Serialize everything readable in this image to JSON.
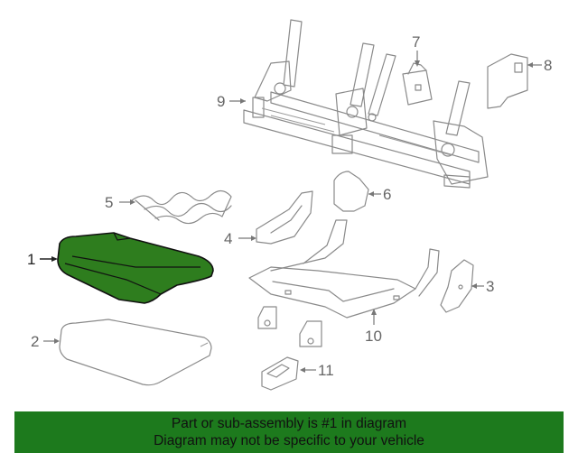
{
  "callouts": {
    "c1": "1",
    "c2": "2",
    "c3": "3",
    "c4": "4",
    "c5": "5",
    "c6": "6",
    "c7": "7",
    "c8": "8",
    "c9": "9",
    "c10": "10",
    "c11": "11"
  },
  "highlight": {
    "part": "1",
    "fill_color": "#2e7d1e",
    "outline_color": "#111111"
  },
  "banner": {
    "line1": "Part or sub-assembly is #1 in diagram",
    "line2": "Diagram may not be specific to your vehicle",
    "background_color": "#1d7a1d"
  }
}
